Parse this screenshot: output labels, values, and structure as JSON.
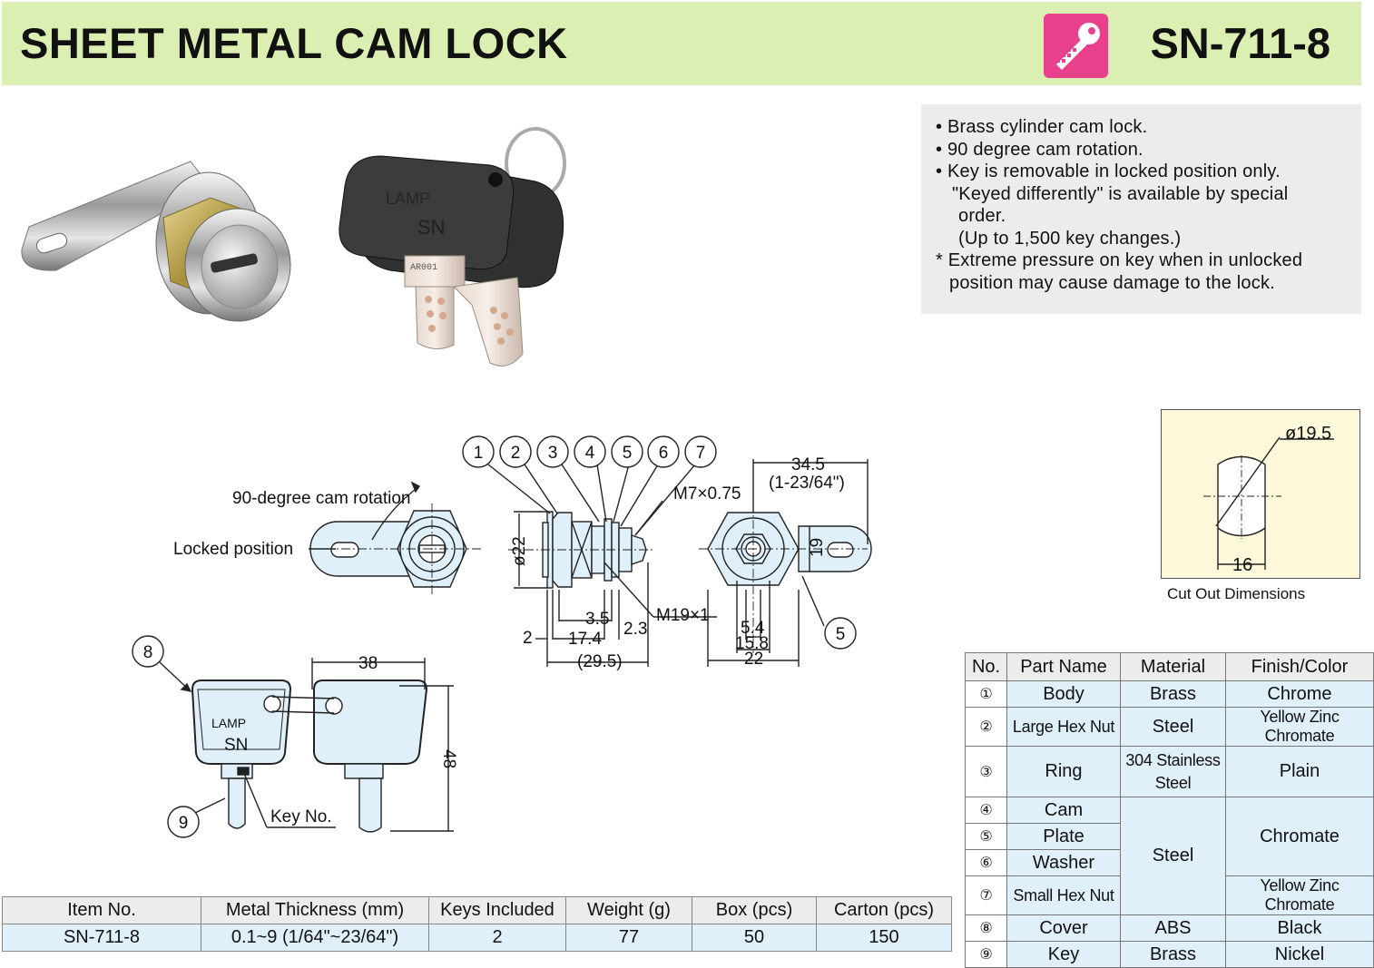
{
  "header": {
    "title": "SHEET METAL CAM LOCK",
    "model": "SN-711-8",
    "accent": "#dcefb2",
    "badge_color": "#e8408b",
    "badge_icon": "key-icon"
  },
  "features": [
    "• Brass cylinder cam lock.",
    "• 90 degree cam rotation.",
    "• Key is removable in locked position only.",
    "\"Keyed differently\" is available by special",
    "order.",
    "(Up to 1,500 key changes.)",
    "* Extreme pressure on key when in unlocked",
    "position may cause damage to the lock."
  ],
  "photos": {
    "key_logo": "LAMP",
    "key_brand": "SN",
    "key_code": "AR001"
  },
  "drawing": {
    "callouts": [
      "1",
      "2",
      "3",
      "4",
      "5",
      "6",
      "7",
      "8",
      "9",
      "5"
    ],
    "cam_rotation": "90-degree cam rotation",
    "locked_position": "Locked position",
    "thread_small": "M7×0.75",
    "thread_large": "M19×1",
    "dia22": "ø22",
    "d_3_5": "3.5",
    "d_17_4": "17.4",
    "d_2": "2",
    "d_2_3": "2.3",
    "d_29_5": "(29.5)",
    "d_34_5": "34.5",
    "d_34_5_inch": "(1-23/64\")",
    "d_19": "19",
    "d_5_4": "5.4",
    "d_15_8": "15.8",
    "d_22": "22",
    "d_38": "38",
    "d_48": "48",
    "key_logo": "LAMP",
    "key_brand": "SN",
    "key_no": "Key No."
  },
  "cutout": {
    "dia": "ø19.5",
    "width": "16",
    "caption": "Cut Out Dimensions"
  },
  "parts": {
    "headers": [
      "No.",
      "Part Name",
      "Material",
      "Finish/Color"
    ],
    "rows": [
      {
        "no": "①",
        "name": "Body",
        "material": "Brass",
        "finish": "Chrome"
      },
      {
        "no": "②",
        "name": "Large Hex Nut",
        "material": "Steel",
        "finish": "Yellow Zinc Chromate"
      },
      {
        "no": "③",
        "name": "Ring",
        "material_1": "304 Stainless",
        "material_2": "Steel",
        "finish": "Plain"
      },
      {
        "no": "④",
        "name": "Cam",
        "material": "Steel",
        "finish": "Chromate"
      },
      {
        "no": "⑤",
        "name": "Plate"
      },
      {
        "no": "⑥",
        "name": "Washer"
      },
      {
        "no": "⑦",
        "name": "Small Hex Nut",
        "finish": "Yellow Zinc Chromate"
      },
      {
        "no": "⑧",
        "name": "Cover",
        "material": "ABS",
        "finish": "Black"
      },
      {
        "no": "⑨",
        "name": "Key",
        "material": "Brass",
        "finish": "Nickel"
      }
    ]
  },
  "spec": {
    "headers": [
      "Item No.",
      "Metal Thickness (mm)",
      "Keys Included",
      "Weight (g)",
      "Box (pcs)",
      "Carton (pcs)"
    ],
    "row": [
      "SN-711-8",
      "0.1~9 (1/64\"~23/64\")",
      "2",
      "77",
      "50",
      "150"
    ]
  }
}
